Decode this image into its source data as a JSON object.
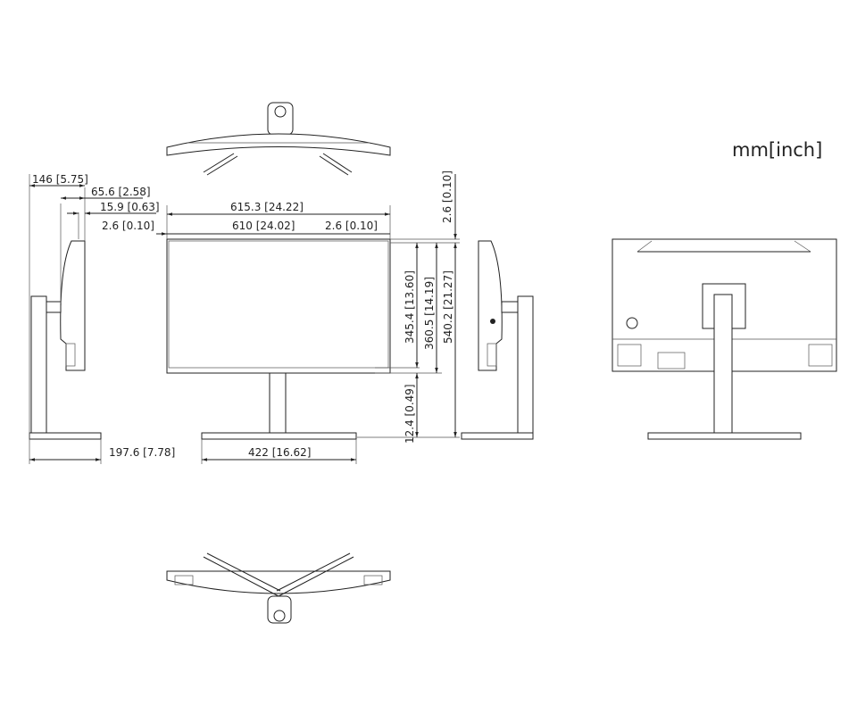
{
  "units_label": "mm[inch]",
  "dimensions": {
    "side_depth": "146 [5.75]",
    "side_panel_depth": "65.6 [2.58]",
    "side_thin_depth": "15.9 [0.63]",
    "bezel_left": "2.6 [0.10]",
    "overall_width": "615.3 [24.22]",
    "screen_width": "610 [24.02]",
    "bezel_right": "2.6 [0.10]",
    "bezel_top": "2.6 [0.10]",
    "screen_height": "345.4 [13.60]",
    "panel_height": "360.5 [14.19]",
    "overall_height": "540.2 [21.27]",
    "base_clearance": "12.4 [0.49]",
    "base_depth": "197.6 [7.78]",
    "base_width": "422 [16.62]"
  }
}
